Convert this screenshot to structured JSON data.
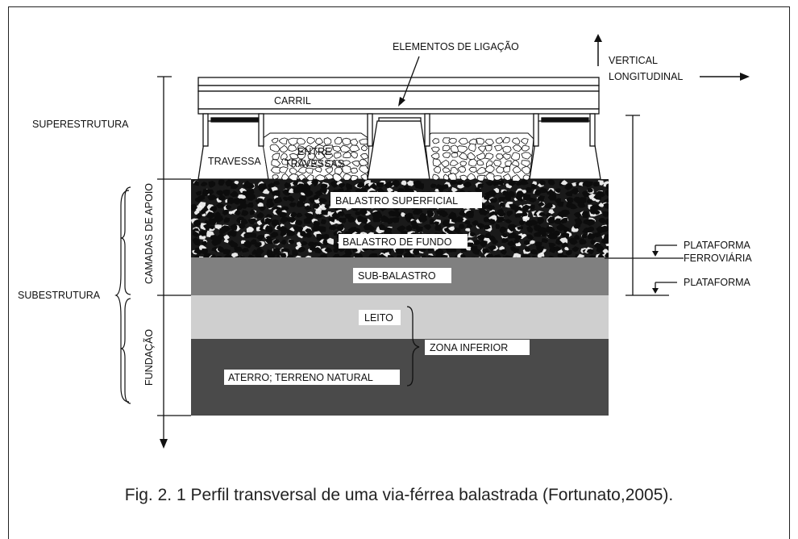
{
  "labels": {
    "elementos_ligacao": "ELEMENTOS DE LIGAÇÃO",
    "vertical": "VERTICAL",
    "longitudinal": "LONGITUDINAL",
    "carril": "CARRIL",
    "superestrutura": "SUPERESTRUTURA",
    "travessa": "TRAVESSA",
    "entre_travessas_1": "ENTRE",
    "entre_travessas_2": "TRAVESSAS",
    "balastro_superficial": "BALASTRO SUPERFICIAL",
    "balastro_fundo": "BALASTRO DE FUNDO",
    "sub_balastro": "SUB-BALASTRO",
    "leito": "LEITO",
    "zona_inferior": "ZONA INFERIOR",
    "aterro": "ATERRO; TERRENO NATURAL",
    "camadas_apoio": "CAMADAS DE APOIO",
    "subestrutura": "SUBESTRUTURA",
    "fundacao": "FUNDAÇÃO",
    "plataforma_ferroviaria_1": "PLATAFORMA",
    "plataforma_ferroviaria_2": "FERROVIÁRIA",
    "plataforma": "PLATAFORMA"
  },
  "caption": "Fig. 2. 1 Perfil transversal de uma via-férrea balastrada (Fortunato,2005).",
  "colors": {
    "sub_balastro": "#808080",
    "leito": "#cfcfcf",
    "aterro": "#4a4a4a",
    "ballast": "#151515"
  }
}
